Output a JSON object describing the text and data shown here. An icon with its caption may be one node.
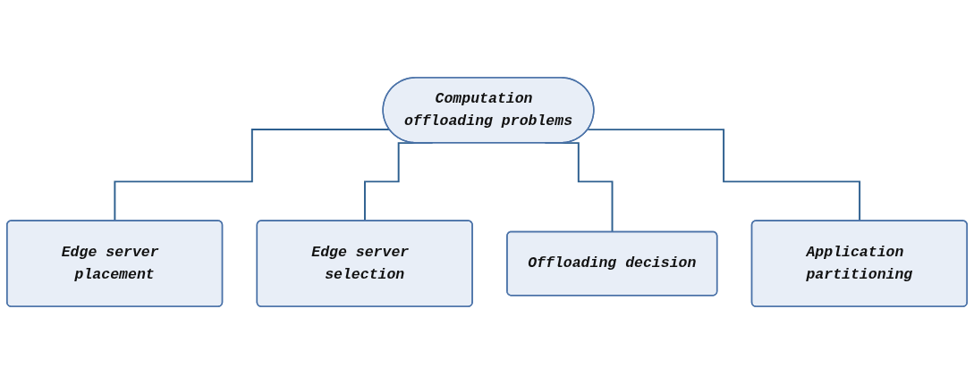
{
  "diagram": {
    "nodes": [
      {
        "text": [
          "Computation offloading problems"
        ]
      },
      {
        "text": [
          "Edge server placement"
        ]
      },
      {
        "text": [
          "Edge server selection"
        ]
      },
      {
        "text": [
          "Offloading decision"
        ]
      },
      {
        "text": [
          "Application partitioning"
        ]
      }
    ],
    "edges": [
      {
        "from": 0,
        "to": 1,
        "arrow": "none"
      },
      {
        "from": 0,
        "to": 2,
        "arrow": "none"
      },
      {
        "from": 0,
        "to": 3,
        "arrow": "none"
      },
      {
        "from": 0,
        "to": 4,
        "arrow": "none"
      }
    ]
  }
}
